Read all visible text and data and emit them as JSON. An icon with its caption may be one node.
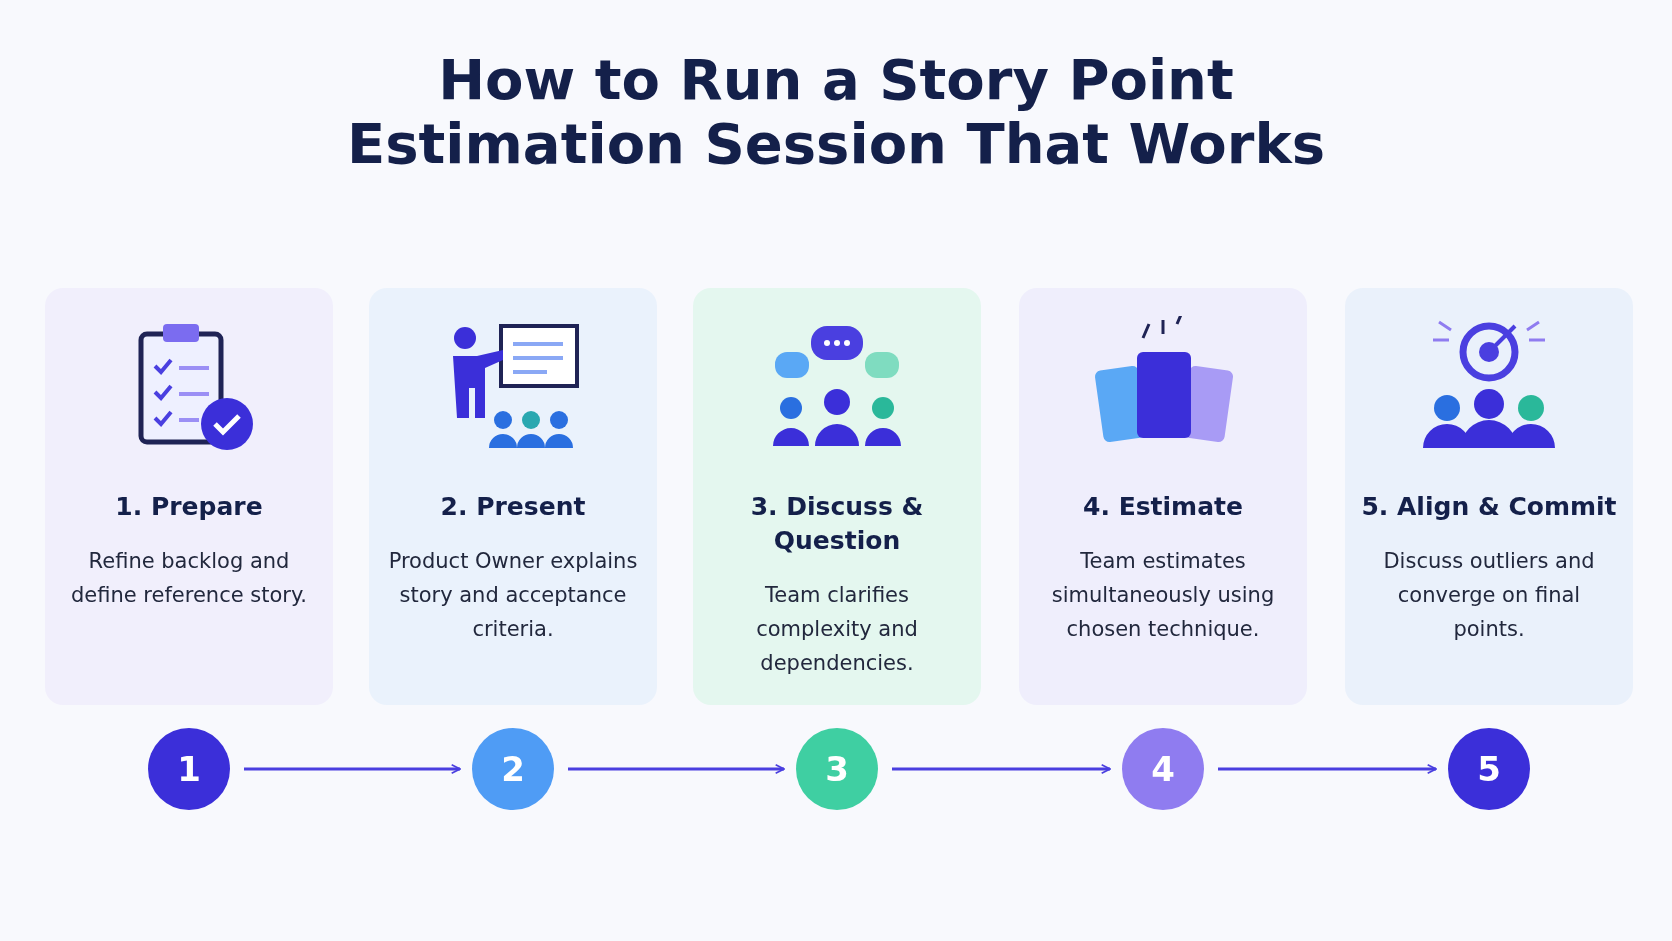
{
  "diagram": {
    "title": "How to Run a Story Point Estimation Session That Works",
    "nodes": [
      {
        "text": [
          "1. Prepare",
          "Refine backlog and define reference story."
        ]
      },
      {
        "text": [
          "2. Present",
          "Product Owner explains story and acceptance criteria."
        ]
      },
      {
        "text": [
          "3. Discuss & Question",
          "Team clarifies complexity and dependencies."
        ]
      },
      {
        "text": [
          "4. Estimate",
          "Team estimates simultaneously using chosen technique."
        ]
      },
      {
        "text": [
          "5. Align & Commit",
          "Discuss outliers and converge on final points."
        ]
      },
      {
        "text": [
          "1"
        ]
      },
      {
        "text": [
          "2"
        ]
      },
      {
        "text": [
          "3"
        ]
      },
      {
        "text": [
          "4"
        ]
      },
      {
        "text": [
          "5"
        ]
      }
    ],
    "edges": [
      {
        "from": 5,
        "to": 6,
        "arrow": "to"
      },
      {
        "from": 6,
        "to": 7,
        "arrow": "to"
      },
      {
        "from": 7,
        "to": 8,
        "arrow": "to"
      },
      {
        "from": 8,
        "to": 9,
        "arrow": "to"
      }
    ]
  }
}
